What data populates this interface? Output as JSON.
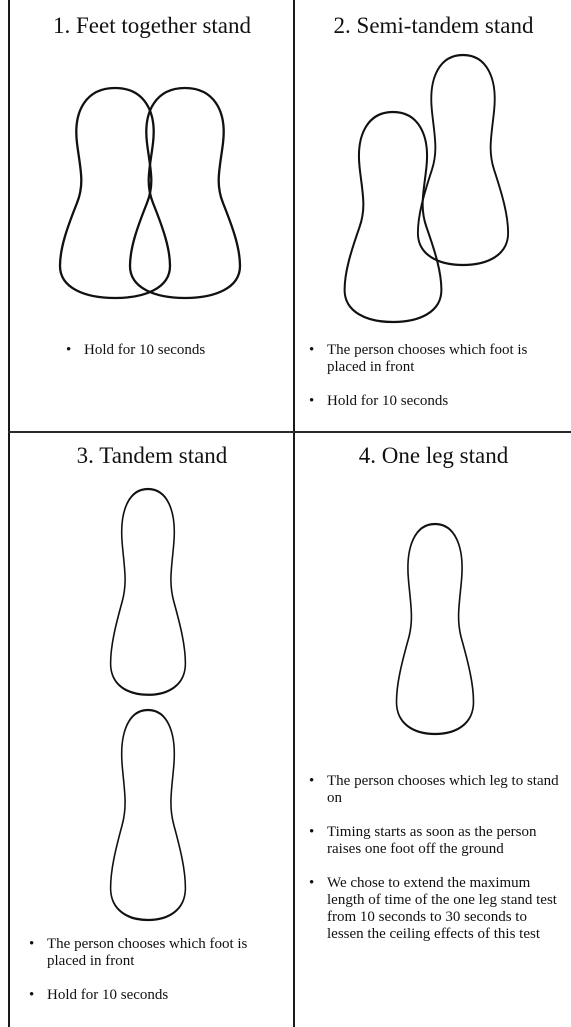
{
  "panels": [
    {
      "title": "1. Feet together stand",
      "bullets": [
        "Hold for 10 seconds"
      ]
    },
    {
      "title": "2. Semi-tandem stand",
      "bullets": [
        "The person chooses which foot is placed in front",
        "Hold for 10 seconds"
      ]
    },
    {
      "title": "3. Tandem stand",
      "bullets": [
        "The person chooses which foot is placed in front",
        "Hold for 10 seconds"
      ]
    },
    {
      "title": "4. One leg stand",
      "bullets": [
        "The person chooses which leg to stand on",
        "Timing starts as soon as the person raises one foot off the ground",
        "We chose to extend the maximum length of time of the one leg stand test from 10 seconds to 30 seconds to lessen the ceiling effects of this test"
      ]
    }
  ],
  "bullet_glyph": "•"
}
